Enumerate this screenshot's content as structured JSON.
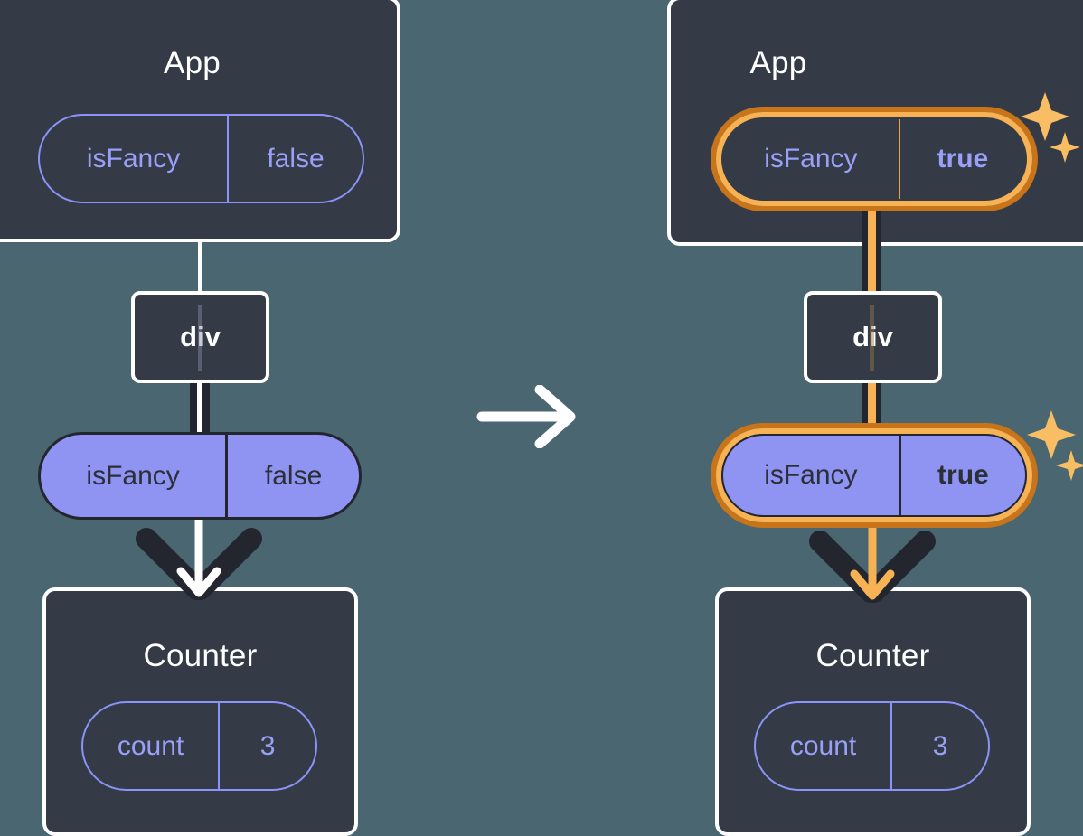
{
  "diagram": {
    "title": "React state update propagation diagram",
    "background_color": "#4a6670",
    "panels": [
      {
        "id": "before",
        "root": {
          "component_label": "App",
          "state": {
            "key": "isFancy",
            "value": "false",
            "highlighted": false,
            "bold_value": false
          }
        },
        "middle_node": {
          "label": "div"
        },
        "prop": {
          "key": "isFancy",
          "value": "false",
          "highlighted": false,
          "bold_value": false
        },
        "child": {
          "component_label": "Counter",
          "state": {
            "key": "count",
            "value": "3",
            "highlighted": false,
            "bold_value": false
          }
        },
        "sparkles_visible": false
      },
      {
        "id": "after",
        "root": {
          "component_label": "App",
          "state": {
            "key": "isFancy",
            "value": "true",
            "highlighted": true,
            "bold_value": true
          }
        },
        "middle_node": {
          "label": "div"
        },
        "prop": {
          "key": "isFancy",
          "value": "true",
          "highlighted": true,
          "bold_value": true
        },
        "child": {
          "component_label": "Counter",
          "state": {
            "key": "count",
            "value": "3",
            "highlighted": false,
            "bold_value": false
          }
        },
        "sparkles_visible": true
      }
    ],
    "transition": {
      "icon": "arrow-right-icon",
      "color": "#ffffff"
    },
    "colors": {
      "background": "#4a6670",
      "box_fill": "#343a46",
      "box_border": "#ffffff",
      "pill_fill": "#8f93f2",
      "pill_text_dark": "#2b3038",
      "pill_outline_purple": "#8b93f8",
      "highlight_orange_dark": "#c8741a",
      "highlight_orange_light": "#f7b254",
      "line_dark": "#23262f",
      "line_white": "#ffffff"
    }
  }
}
